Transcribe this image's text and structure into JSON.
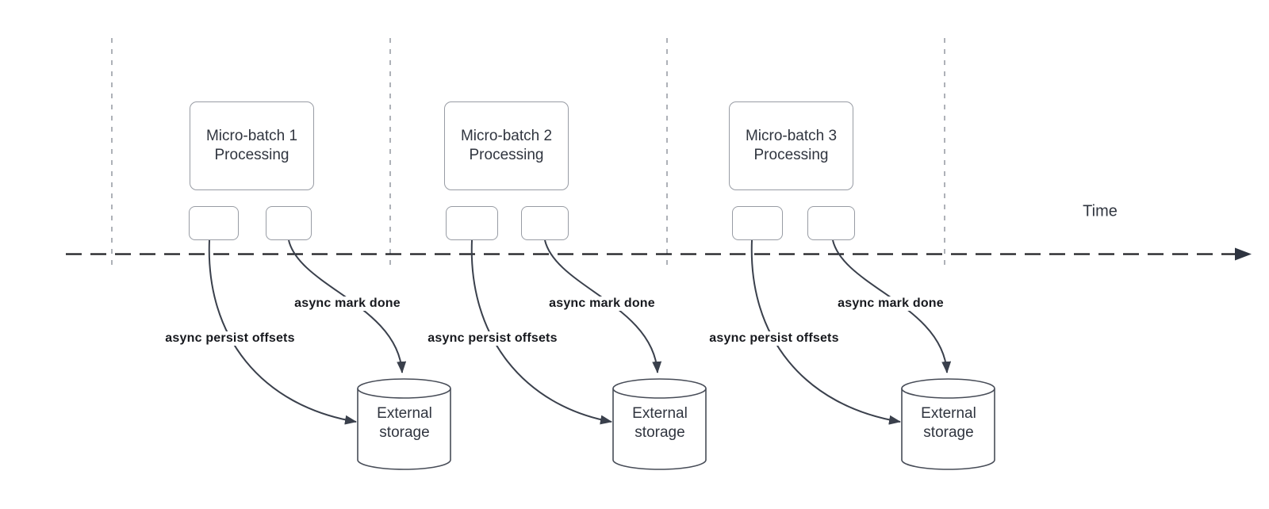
{
  "canvas": {
    "time_label": "Time"
  },
  "clusters": [
    {
      "title_line1": "Micro-batch 1",
      "title_line2": "Processing",
      "persist_label": "async persist offsets",
      "done_label": "async mark done",
      "storage_line1": "External",
      "storage_line2": "storage"
    },
    {
      "title_line1": "Micro-batch 2",
      "title_line2": "Processing",
      "persist_label": "async persist offsets",
      "done_label": "async mark done",
      "storage_line1": "External",
      "storage_line2": "storage"
    },
    {
      "title_line1": "Micro-batch 3",
      "title_line2": "Processing",
      "persist_label": "async persist offsets",
      "done_label": "async mark done",
      "storage_line1": "External",
      "storage_line2": "storage"
    }
  ],
  "icons": {
    "timeline_arrow": "right-arrowhead",
    "persist_arrow": "curved-arrow-right",
    "done_arrow": "curved-arrow-down"
  },
  "colors": {
    "background": "#ffffff",
    "curve": "#3a404c",
    "timeline": "#1d1e22",
    "guide": "#9a9ea6",
    "box_border": "#989ca4",
    "cylinder_border": "#474c57",
    "title_text": "#30353f",
    "label_text": "#17191e"
  }
}
